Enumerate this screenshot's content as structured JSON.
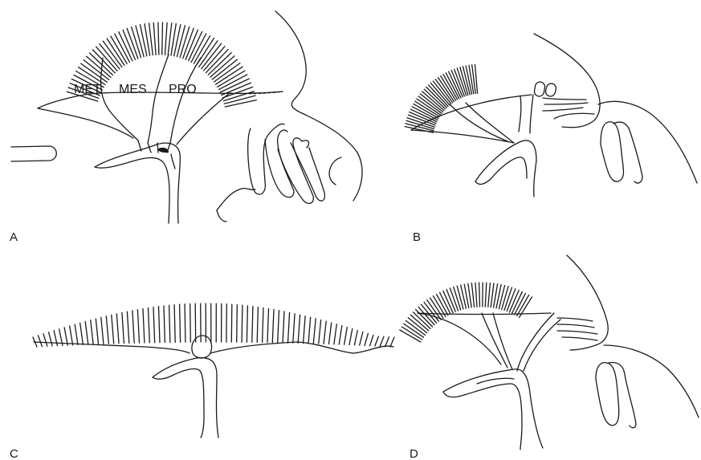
{
  "panels": [
    {
      "label": "A",
      "regions": [
        "MET",
        "MES",
        "PRO"
      ]
    },
    {
      "label": "B"
    },
    {
      "label": "C"
    },
    {
      "label": "D"
    }
  ],
  "ink_color": "#1a1a1a",
  "background_color": "#ffffff"
}
